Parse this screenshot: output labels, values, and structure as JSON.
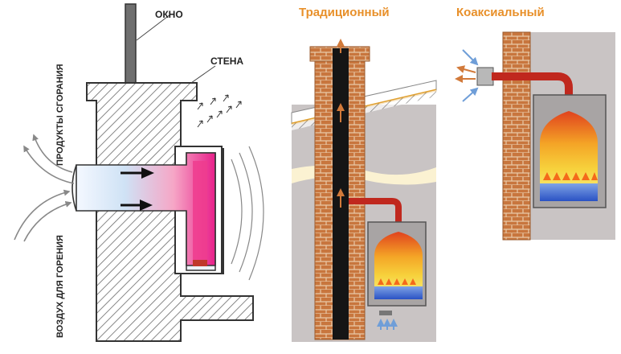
{
  "left_diagram": {
    "label_window": "ОКНО",
    "label_wall": "СТЕНА",
    "label_exhaust": "ПРОДУКТЫ СГОРАНИЯ",
    "label_intake": "ВОЗДУХ ДЛЯ ГОРЕНИЯ"
  },
  "middle_diagram": {
    "title": "Традиционный"
  },
  "right_diagram": {
    "title": "Коаксиальный"
  },
  "colors": {
    "title_orange": "#e8902a",
    "brick": "#c8763e",
    "flue_red": "#c0281e",
    "wall_hatch": "#555555",
    "room_gray": "#c9c4c4"
  }
}
